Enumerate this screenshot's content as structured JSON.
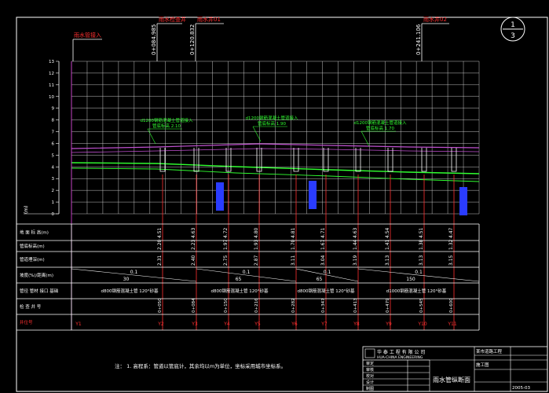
{
  "sheet": {
    "circle_top": "1",
    "circle_bottom": "3"
  },
  "top_labels": [
    {
      "text": "雨水管接入",
      "color": "#ff3030"
    },
    {
      "text": "雨水检查井",
      "color": "#ff3030"
    },
    {
      "text": "雨水井01",
      "color": "#ff3030"
    },
    {
      "text": "雨水井02",
      "color": "#ff3030"
    }
  ],
  "top_stations": [
    "0+084.985",
    "0+120.832",
    "0+241.106"
  ],
  "y_axis": {
    "ticks": [
      "13",
      "12",
      "11",
      "10",
      "9",
      "8",
      "7",
      "6",
      "5",
      "4",
      "3",
      "2",
      "1",
      "0"
    ],
    "unit": "(m)"
  },
  "annotations": [
    {
      "line1": "d1200钢筋混凝土管道接入",
      "line2": "管底标高 2.10"
    },
    {
      "line1": "d1200钢筋混凝土管道接入",
      "line2": "管底标高 1.90"
    },
    {
      "line1": "d1200钢筋混凝土管道接入",
      "line2": "管底标高 1.70"
    }
  ],
  "table_rows": [
    {
      "label": "地 面 标 高(m)",
      "color": "#ffffff"
    },
    {
      "label": "管底标高(m)",
      "color": "#ffffff"
    },
    {
      "label": "管道埋深(m)",
      "color": "#ffffff"
    },
    {
      "label": "坡度(%)/距离(m)",
      "color": "#ffffff"
    },
    {
      "label": "管径 管材 接口 基础",
      "color": "#ffffff"
    },
    {
      "label": "检 查 井 号",
      "color": "#ffffff"
    },
    {
      "label": "井位号",
      "color": "#ff3030"
    }
  ],
  "ground_elev": [
    "4.51",
    "4.63",
    "4.72",
    "4.80",
    "4.81",
    "4.71",
    "4.63",
    "4.54",
    "4.51",
    "4.47"
  ],
  "pipe_elev": [
    "2.20",
    "2.23",
    "1.97",
    "1.93",
    "1.70",
    "1.67",
    "1.44",
    "1.41",
    "1.38",
    "1.32"
  ],
  "depth": [
    "2.31",
    "2.40",
    "2.75",
    "2.87",
    "3.11",
    "3.04",
    "3.19",
    "3.13",
    "3.13",
    "3.15"
  ],
  "slopes": [
    {
      "top": "0.1",
      "bottom": "30"
    },
    {
      "top": "0.1",
      "bottom": "65"
    },
    {
      "top": "0.1",
      "bottom": "65"
    },
    {
      "top": "0.1",
      "bottom": "150"
    }
  ],
  "pipe_specs": [
    "d800钢筋混凝土管 120°砂基",
    "d800钢筋混凝土管 120°砂基",
    "d800钢筋混凝土管 120°砂基",
    "d1000钢筋混凝土管 120°砂基"
  ],
  "well_numbers": [
    "0+050",
    "0+084",
    "0+150",
    "0+216",
    "0+282",
    "0+347",
    "0+413",
    "0+479",
    "0+545",
    "0+600"
  ],
  "well_ids": [
    "Y1",
    "Y2",
    "Y3",
    "Y4",
    "Y5",
    "Y6",
    "Y7",
    "Y8",
    "Y9",
    "Y10",
    "Y11"
  ],
  "note": "注： 1. 高程系：管道以管底计，其余均以m为单位，坐标采用城市坐标系。",
  "title_block": {
    "company": "华 泰 工 程 有 限 公 司",
    "company_en": "HUA-CHINA ENGINEERING",
    "project": "某市道路工程",
    "drawing_name": "雨水管纵断面",
    "stage": "施工图",
    "drawing_no": "2005-03",
    "left_rows": [
      "审定",
      "审核",
      "校对",
      "设计",
      "制图"
    ]
  },
  "colors": {
    "grid": "#d8d8d8",
    "ground_line": "#c050d0",
    "pipe_line": "#30ff30",
    "wall": "#c050d0",
    "water": "#2a3cff",
    "text": "#ffffff",
    "red": "#ff3030",
    "magenta": "#d040d0"
  }
}
